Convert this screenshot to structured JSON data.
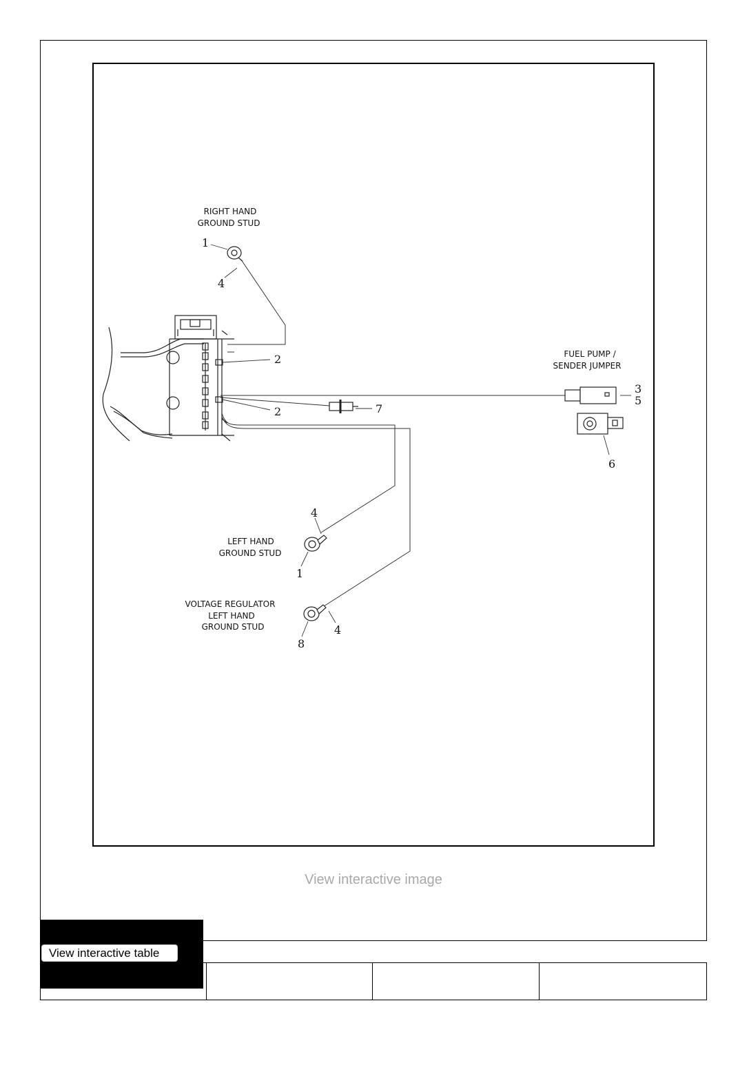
{
  "diagram": {
    "labels": {
      "rh_stud_line1": "RIGHT HAND",
      "rh_stud_line2": "GROUND STUD",
      "lh_stud_line1": "LEFT HAND",
      "lh_stud_line2": "GROUND STUD",
      "vr_stud_line1": "VOLTAGE REGULATOR",
      "vr_stud_line2": "LEFT HAND",
      "vr_stud_line3": "GROUND STUD",
      "fuel_line1": "FUEL PUMP /",
      "fuel_line2": "SENDER JUMPER"
    },
    "callouts": {
      "rh_ring": "1",
      "rh_wire": "4",
      "stud_upper": "2",
      "stud_lower": "2",
      "fuse": "7",
      "connector_a": "3",
      "connector_b": "5",
      "connector_part": "6",
      "lh_wire": "4",
      "lh_ring": "1",
      "vr_ring": "8",
      "vr_wire": "4"
    }
  },
  "links": {
    "view_image": "View interactive image",
    "view_table": "View interactive table"
  }
}
